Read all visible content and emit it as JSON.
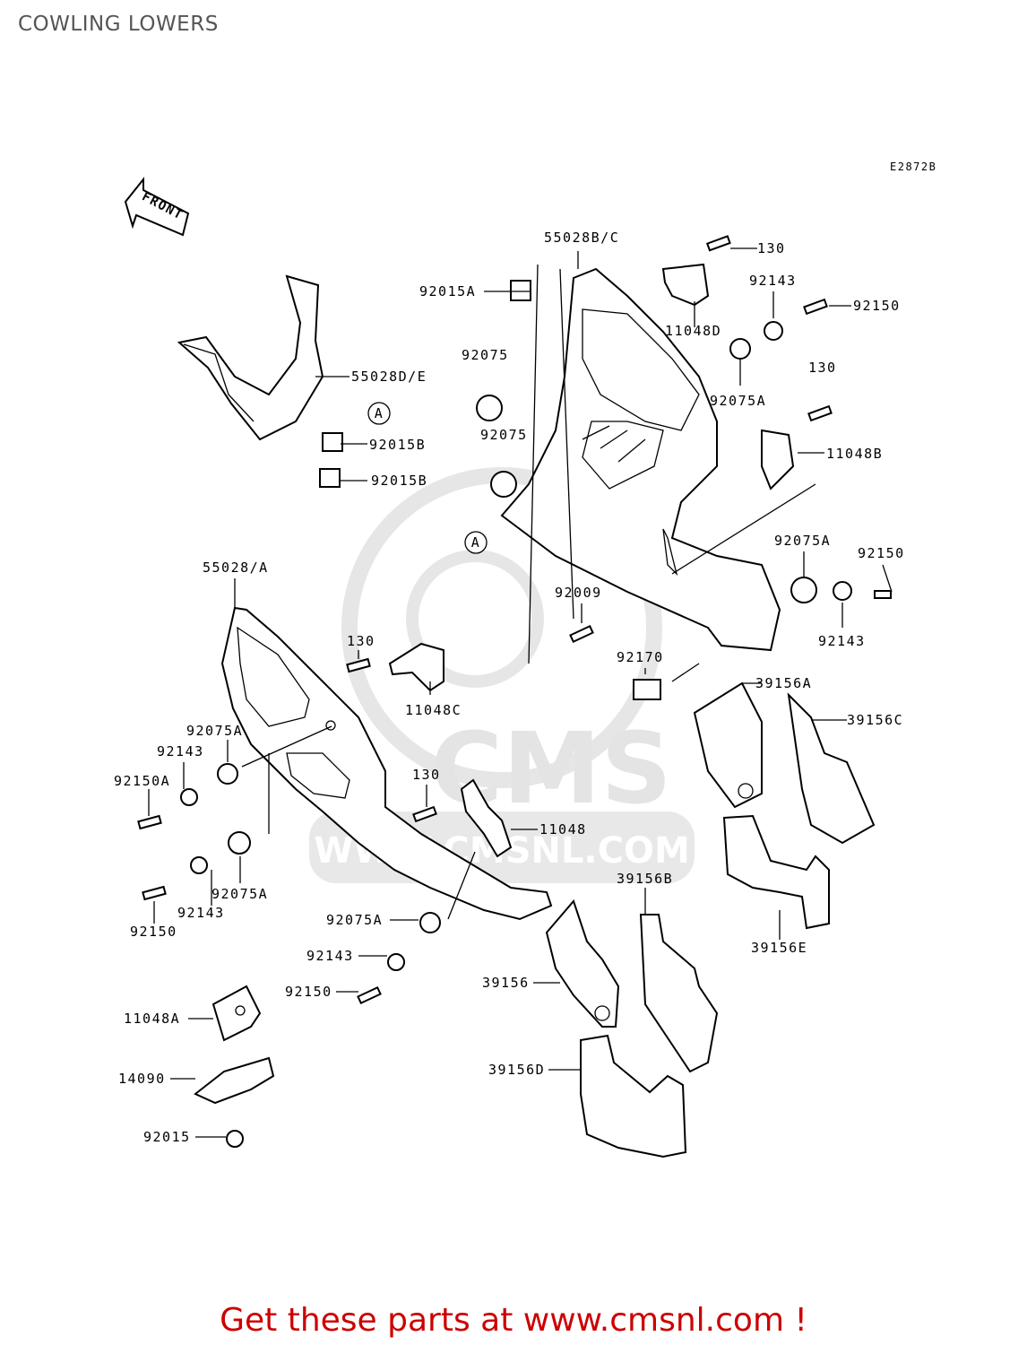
{
  "title": "COWLING LOWERS",
  "diagram_code": "E2872B",
  "front_label": "FRONT",
  "callouts": [
    "A",
    "A"
  ],
  "watermark": {
    "brand": "CMS",
    "url": "WWW.CMSNL.COM"
  },
  "parts": [
    "55028B/C",
    "130",
    "92015A",
    "92143",
    "92150",
    "11048D",
    "92075",
    "55028D/E",
    "92075A",
    "130",
    "11048B",
    "92015B",
    "92075",
    "92015B",
    "92075A",
    "92150",
    "55028/A",
    "92009",
    "130",
    "92143",
    "92170",
    "11048C",
    "39156A",
    "39156C",
    "92075A",
    "92143",
    "92150A",
    "130",
    "11048",
    "39156B",
    "92075A",
    "92143",
    "92150",
    "92075A",
    "92143",
    "39156",
    "39156E",
    "92150",
    "11048A",
    "14090",
    "39156D",
    "92015"
  ],
  "footer_text": "Get these parts at www.cmsnl.com !"
}
